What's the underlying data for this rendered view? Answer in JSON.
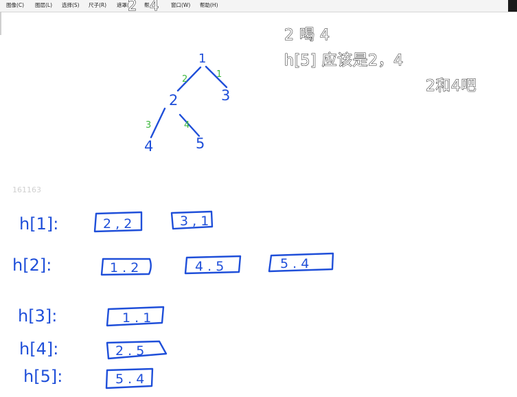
{
  "menu": {
    "items": [
      "图像(C)",
      "图层(L)",
      "选择(S)",
      "尺子(R)",
      "遮罩(",
      "帮",
      "窗口(W)",
      "帮助(H)"
    ]
  },
  "overlay": {
    "top_digits": "2 4",
    "line1": "2 喝 4",
    "line2": "h[5] 应该是2，4",
    "line3": "2和4吧"
  },
  "watermark": "161163",
  "tree": {
    "nodes": [
      "1",
      "2",
      "3",
      "4",
      "5"
    ],
    "edge_weights": [
      "2",
      "1",
      "3",
      "4"
    ]
  },
  "heaps": [
    {
      "label": "h[1]:",
      "entries": [
        "2 , 2",
        "3 , 1"
      ]
    },
    {
      "label": "h[2]:",
      "entries": [
        "1 . 2",
        "4 . 5",
        "5 . 4"
      ]
    },
    {
      "label": "h[3]:",
      "entries": [
        "1 . 1"
      ]
    },
    {
      "label": "h[4]:",
      "entries": [
        "2 . 5"
      ]
    },
    {
      "label": "h[5]:",
      "entries": [
        "5 . 4"
      ]
    }
  ],
  "colors": {
    "ink_blue": "#1f4fd9",
    "ink_green": "#3fb83f"
  }
}
